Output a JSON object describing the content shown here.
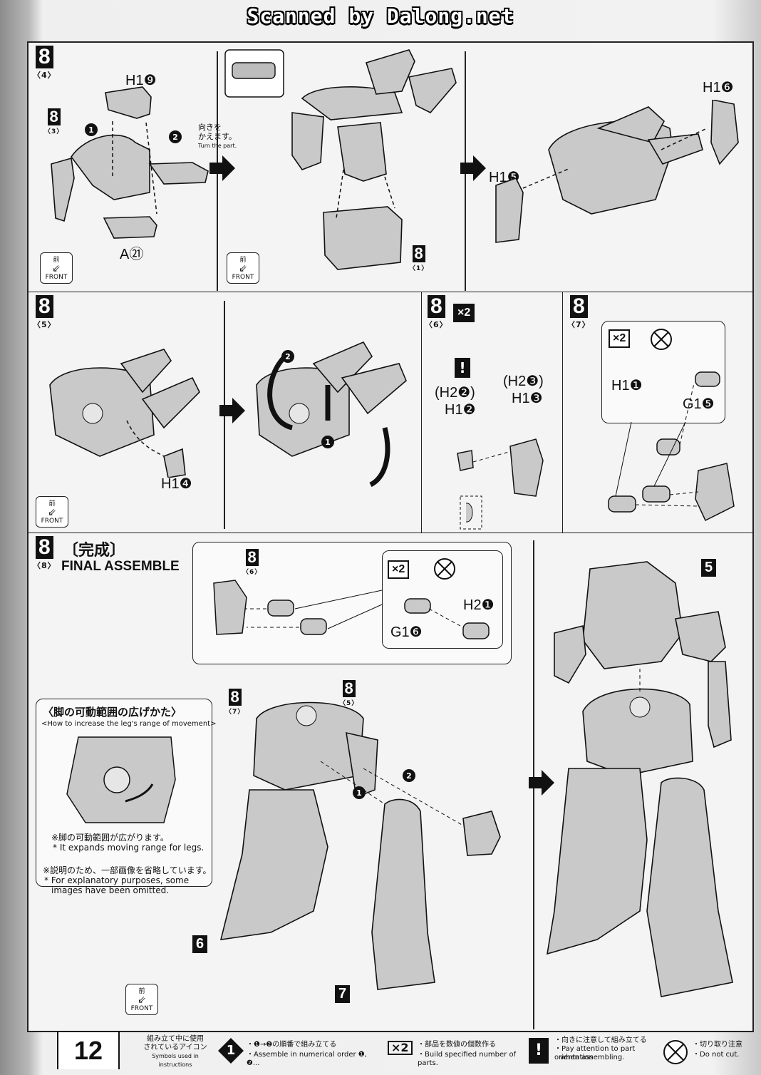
{
  "scanner_mark": "Scanned by Dalong.net",
  "page_number": "12",
  "front_label": {
    "jp": "前",
    "en": "FRONT"
  },
  "turn_part": {
    "jp1": "向きを",
    "jp2": "かえます。",
    "en": "Turn the part."
  },
  "panel1": {
    "step": "8",
    "sub": "〈4〉",
    "inset_step": "8",
    "inset_sub": "〈3〉",
    "labels": {
      "h19": "H1❾",
      "a21": "A㉑",
      "h16": "H1❻",
      "h15": "H1❺"
    },
    "marks": {
      "m1": "1",
      "m2": "2"
    },
    "body_step": "8",
    "body_sub": "〈1〉"
  },
  "panel2": {
    "step": "8",
    "sub": "〈5〉",
    "labels": {
      "h14": "H1❹"
    },
    "marks": {
      "m1": "1",
      "m2": "2"
    }
  },
  "panel3": {
    "step": "8",
    "sub": "〈6〉",
    "mult": "×2",
    "warn": "!",
    "labels": {
      "h22": "(H2❷)",
      "h12": "H1❷",
      "h23": "(H2❸)",
      "h13": "H1❸"
    }
  },
  "panel4": {
    "step": "8",
    "sub": "〈7〉",
    "mult": "×2",
    "labels": {
      "h11": "H1❶",
      "g15": "G1❺"
    }
  },
  "panel5": {
    "step": "8",
    "sub": "〈8〉",
    "title_jp": "〔完成〕",
    "title_en": "FINAL ASSEMBLE",
    "callout": {
      "step": "8",
      "sub": "〈6〉",
      "mult": "×2",
      "h21": "H2❶",
      "g16": "G1❻"
    },
    "range": {
      "title_jp": "〈脚の可動範囲の広げかた〉",
      "title_en": "<How to increase the leg's range of movement>",
      "note1_jp": "※脚の可動範囲が広がります。",
      "note1_en": "* It expands moving range for legs.",
      "note2_jp": "※説明のため、一部画像を省略しています。",
      "note2_en1": "* For explanatory purposes, some",
      "note2_en2": "images have been omitted."
    },
    "step_left": "8",
    "sub_left": "〈7〉",
    "step_right": "8",
    "sub_right": "〈5〉",
    "tags": {
      "t5": "5",
      "t6": "6",
      "t7": "7"
    },
    "marks": {
      "m1": "1",
      "m2": "2"
    }
  },
  "legend": {
    "title_jp1": "組み立て中に使用",
    "title_jp2": "されているアイコン",
    "title_en": "Symbols used in instructions",
    "i1_jp": "・❶→❷の順番で組み立てる",
    "i1_en": "・Assemble in numerical order ❶, ❷...",
    "i2_jp": "・部品を数値の個数作る",
    "i2_en": "・Build specified number of parts.",
    "i3_jp": "・向きに注意して組み立てる",
    "i3_en1": "・Pay attention to part orientation",
    "i3_en2": "when assembling.",
    "i4_jp": "・切り取り注意",
    "i4_en": "・Do not cut.",
    "ico1": "1",
    "ico2": "×2",
    "ico3": "!"
  }
}
